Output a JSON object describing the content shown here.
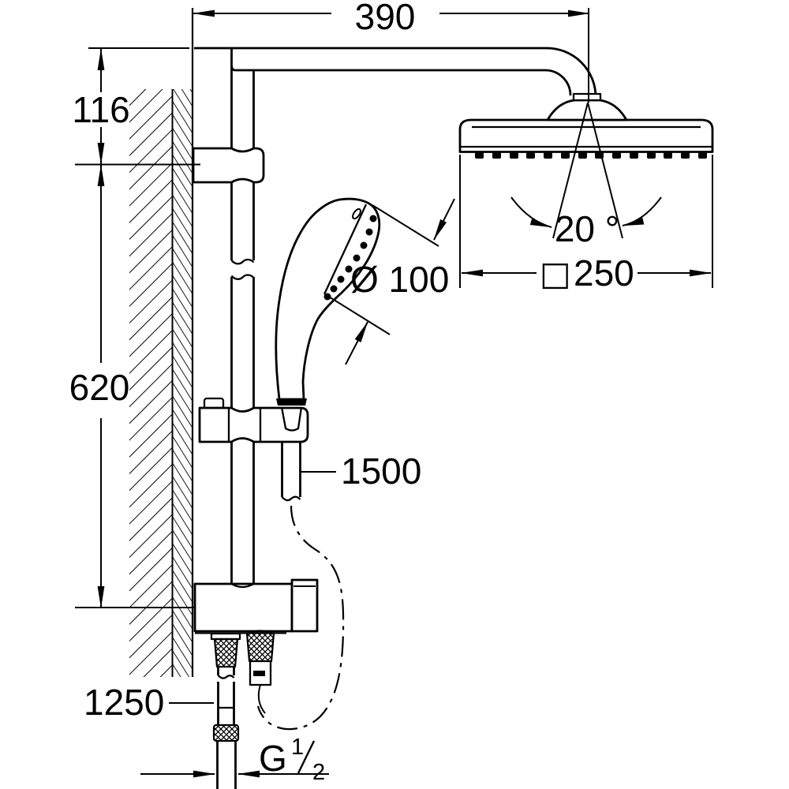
{
  "drawing": {
    "type": "technical-dimension-drawing",
    "subject": "shower-system-with-rain-head-and-hand-shower",
    "colors": {
      "line": "#000000",
      "background": "#ffffff"
    },
    "dimensions": {
      "arm_projection": "390",
      "top_offset": "116",
      "rail_length": "620",
      "head_angle": "20 °",
      "head_size_symbol": "□",
      "head_size_value": "250",
      "hand_shower_diameter": "Ø 100",
      "shower_hose_length": "1500",
      "supply_hose_length": "1250",
      "thread_letter": "G",
      "thread_numerator": "1",
      "thread_denominator": "2"
    }
  }
}
